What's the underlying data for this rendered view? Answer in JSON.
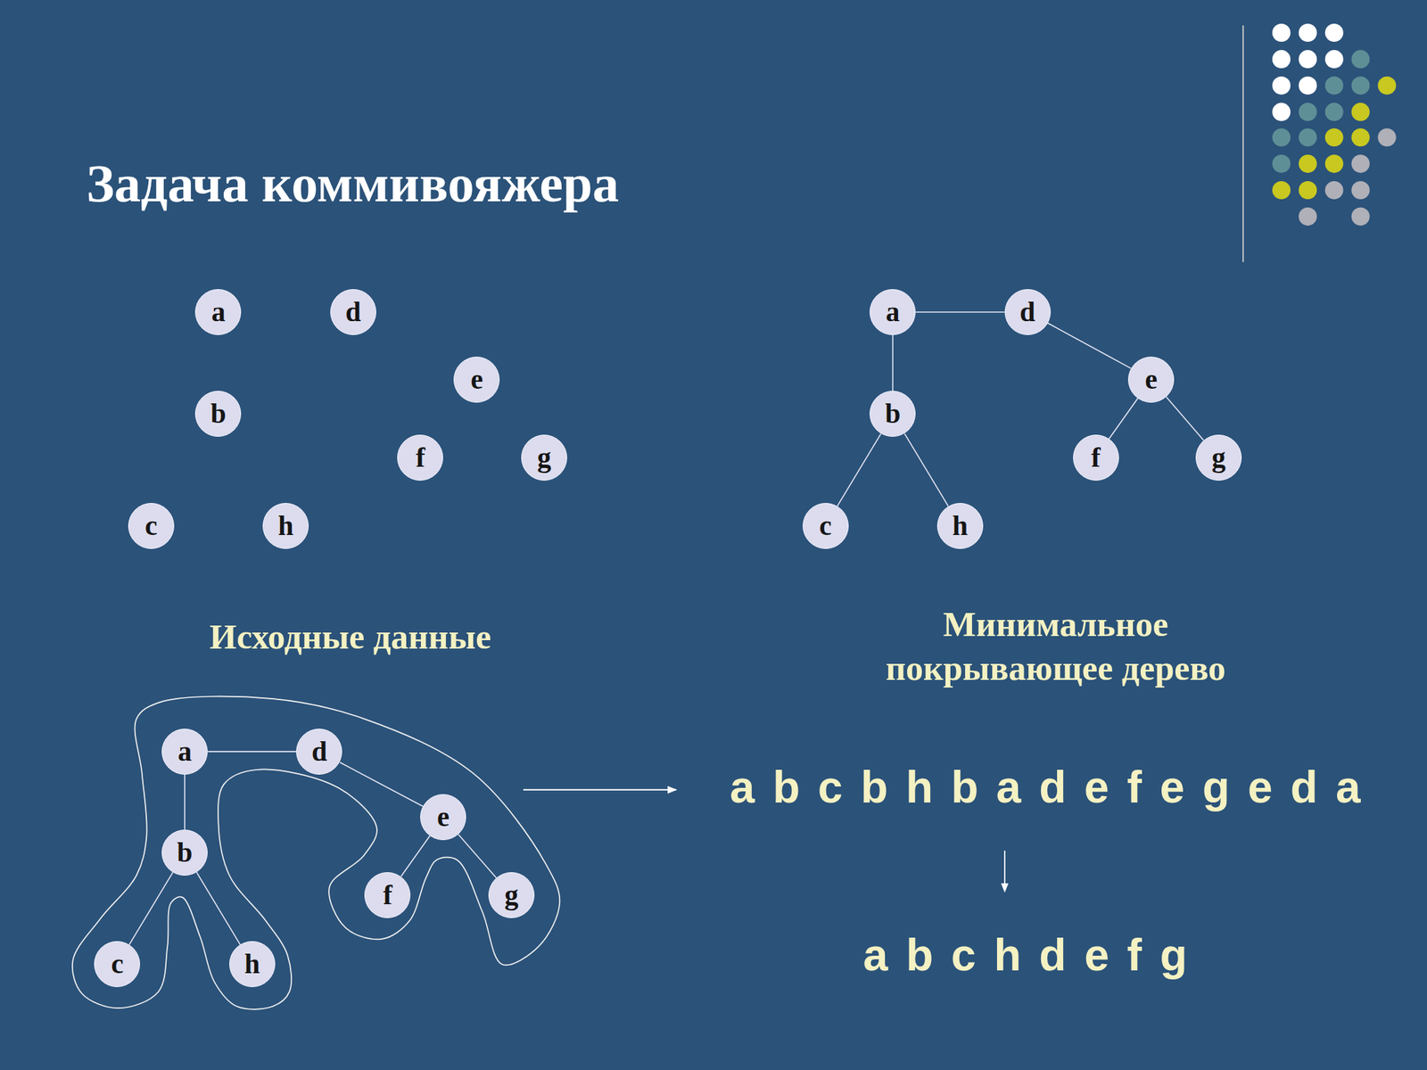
{
  "diagram": {
    "title": "Задача коммивояжера",
    "nodes": [
      {
        "text": [
          "a"
        ]
      },
      {
        "text": [
          "d"
        ]
      },
      {
        "text": [
          "e"
        ]
      },
      {
        "text": [
          "b"
        ]
      },
      {
        "text": [
          "f"
        ]
      },
      {
        "text": [
          "g"
        ]
      },
      {
        "text": [
          "c"
        ]
      },
      {
        "text": [
          "h"
        ]
      },
      {
        "text": [
          "a"
        ]
      },
      {
        "text": [
          "d"
        ]
      },
      {
        "text": [
          "e"
        ]
      },
      {
        "text": [
          "b"
        ]
      },
      {
        "text": [
          "f"
        ]
      },
      {
        "text": [
          "g"
        ]
      },
      {
        "text": [
          "c"
        ]
      },
      {
        "text": [
          "h"
        ]
      },
      {
        "text": [
          "a"
        ]
      },
      {
        "text": [
          "d"
        ]
      },
      {
        "text": [
          "e"
        ]
      },
      {
        "text": [
          "b"
        ]
      },
      {
        "text": [
          "f"
        ]
      },
      {
        "text": [
          "g"
        ]
      },
      {
        "text": [
          "c"
        ]
      },
      {
        "text": [
          "h"
        ]
      }
    ],
    "edges": [
      {
        "from": 8,
        "to": 9,
        "arrow": "none"
      },
      {
        "from": 8,
        "to": 11,
        "arrow": "none"
      },
      {
        "from": 9,
        "to": 10,
        "arrow": "none"
      },
      {
        "from": 11,
        "to": 14,
        "arrow": "none"
      },
      {
        "from": 11,
        "to": 15,
        "arrow": "none"
      },
      {
        "from": 10,
        "to": 12,
        "arrow": "none"
      },
      {
        "from": 10,
        "to": 13,
        "arrow": "none"
      },
      {
        "from": 16,
        "to": 17,
        "arrow": "none"
      },
      {
        "from": 16,
        "to": 19,
        "arrow": "none"
      },
      {
        "from": 17,
        "to": 18,
        "arrow": "none"
      },
      {
        "from": 19,
        "to": 22,
        "arrow": "none"
      },
      {
        "from": 19,
        "to": 23,
        "arrow": "none"
      },
      {
        "from": 18,
        "to": 20,
        "arrow": "none"
      },
      {
        "from": 18,
        "to": 21,
        "arrow": "none"
      }
    ],
    "labels": [
      "Исходные данные",
      "Минимальное покрывающее дерево",
      "a b c b h b a d e f e g e d a",
      "a b c h d e f g"
    ]
  }
}
